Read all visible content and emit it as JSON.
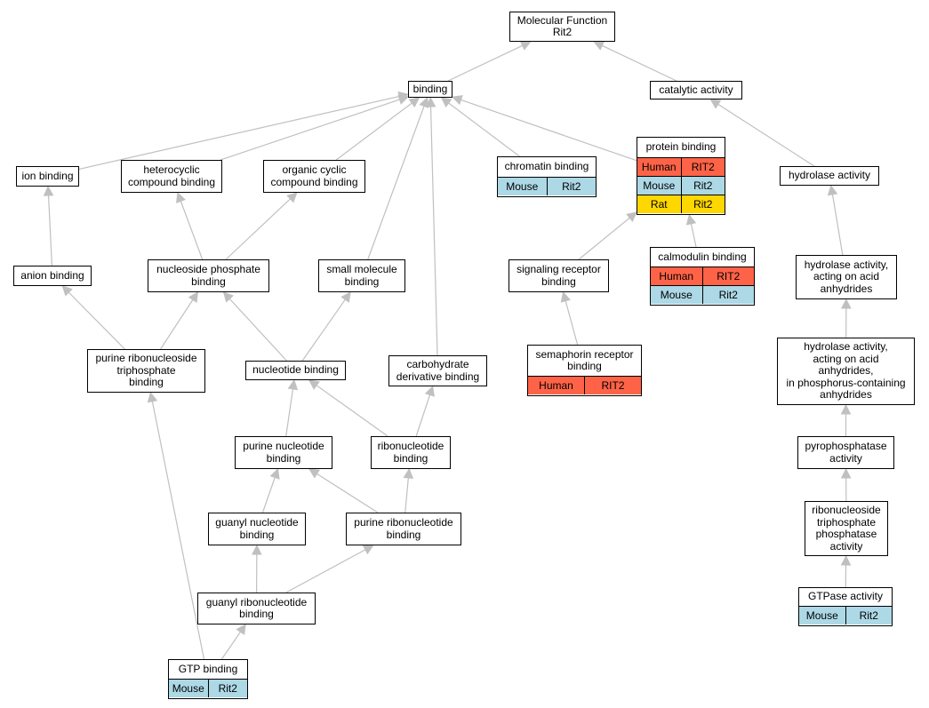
{
  "colors": {
    "edge": "#c0c0c0",
    "Human": "#ff6347",
    "Mouse": "#add8e6",
    "Rat": "#ffd700"
  },
  "nodes": {
    "mf_root": {
      "label": "Molecular Function\nRit2"
    },
    "binding": {
      "label": "binding"
    },
    "catalytic": {
      "label": "catalytic activity"
    },
    "ion_binding": {
      "label": "ion binding"
    },
    "heterocyclic": {
      "label": "heterocyclic\ncompound binding"
    },
    "organic_cyclic": {
      "label": "organic cyclic\ncompound binding"
    },
    "chromatin": {
      "label": "chromatin binding",
      "rows": [
        [
          "Mouse",
          "Rit2"
        ]
      ]
    },
    "protein_binding": {
      "label": "protein binding",
      "rows": [
        [
          "Human",
          "RIT2"
        ],
        [
          "Mouse",
          "Rit2"
        ],
        [
          "Rat",
          "Rit2"
        ]
      ]
    },
    "hydrolase": {
      "label": "hydrolase activity"
    },
    "anion": {
      "label": "anion binding"
    },
    "nucleoside_phosphate": {
      "label": "nucleoside phosphate\nbinding"
    },
    "small_molecule": {
      "label": "small molecule\nbinding"
    },
    "signaling_receptor": {
      "label": "signaling receptor\nbinding"
    },
    "calmodulin": {
      "label": "calmodulin binding",
      "rows": [
        [
          "Human",
          "RIT2"
        ],
        [
          "Mouse",
          "Rit2"
        ]
      ]
    },
    "hydrolase_acid": {
      "label": "hydrolase activity,\nacting on acid\nanhydrides"
    },
    "purine_rntp": {
      "label": "purine ribonucleoside\ntriphosphate\nbinding"
    },
    "nucleotide": {
      "label": "nucleotide binding"
    },
    "carbohydrate": {
      "label": "carbohydrate\nderivative binding"
    },
    "semaphorin": {
      "label": "semaphorin receptor\nbinding",
      "rows": [
        [
          "Human",
          "RIT2"
        ]
      ]
    },
    "hydrolase_phos": {
      "label": "hydrolase activity,\nacting on acid\nanhydrides,\nin phosphorus-containing\nanhydrides"
    },
    "purine_nucleotide": {
      "label": "purine nucleotide\nbinding"
    },
    "ribonucleotide": {
      "label": "ribonucleotide\nbinding"
    },
    "pyrophosphatase": {
      "label": "pyrophosphatase\nactivity"
    },
    "guanyl_nucleotide": {
      "label": "guanyl nucleotide\nbinding"
    },
    "purine_ribonucleotide": {
      "label": "purine ribonucleotide\nbinding"
    },
    "rntp_phosphatase": {
      "label": "ribonucleoside\ntriphosphate\nphosphatase\nactivity"
    },
    "guanyl_ribonucleotide": {
      "label": "guanyl ribonucleotide\nbinding"
    },
    "gtpase": {
      "label": "GTPase activity",
      "rows": [
        [
          "Mouse",
          "Rit2"
        ]
      ]
    },
    "gtp_binding": {
      "label": "GTP binding",
      "rows": [
        [
          "Mouse",
          "Rit2"
        ]
      ]
    }
  },
  "edges": [
    [
      "binding",
      "mf_root"
    ],
    [
      "catalytic",
      "mf_root"
    ],
    [
      "ion_binding",
      "binding"
    ],
    [
      "heterocyclic",
      "binding"
    ],
    [
      "organic_cyclic",
      "binding"
    ],
    [
      "small_molecule",
      "binding"
    ],
    [
      "carbohydrate",
      "binding"
    ],
    [
      "chromatin",
      "binding"
    ],
    [
      "protein_binding",
      "binding"
    ],
    [
      "hydrolase",
      "catalytic"
    ],
    [
      "anion",
      "ion_binding"
    ],
    [
      "nucleoside_phosphate",
      "heterocyclic"
    ],
    [
      "nucleoside_phosphate",
      "organic_cyclic"
    ],
    [
      "signaling_receptor",
      "protein_binding"
    ],
    [
      "calmodulin",
      "protein_binding"
    ],
    [
      "hydrolase_acid",
      "hydrolase"
    ],
    [
      "purine_rntp",
      "anion"
    ],
    [
      "purine_rntp",
      "nucleoside_phosphate"
    ],
    [
      "nucleotide",
      "nucleoside_phosphate"
    ],
    [
      "nucleotide",
      "small_molecule"
    ],
    [
      "semaphorin",
      "signaling_receptor"
    ],
    [
      "hydrolase_phos",
      "hydrolase_acid"
    ],
    [
      "purine_nucleotide",
      "nucleotide"
    ],
    [
      "ribonucleotide",
      "nucleotide"
    ],
    [
      "ribonucleotide",
      "carbohydrate"
    ],
    [
      "pyrophosphatase",
      "hydrolase_phos"
    ],
    [
      "guanyl_nucleotide",
      "purine_nucleotide"
    ],
    [
      "purine_ribonucleotide",
      "purine_nucleotide"
    ],
    [
      "purine_ribonucleotide",
      "ribonucleotide"
    ],
    [
      "rntp_phosphatase",
      "pyrophosphatase"
    ],
    [
      "guanyl_ribonucleotide",
      "guanyl_nucleotide"
    ],
    [
      "guanyl_ribonucleotide",
      "purine_ribonucleotide"
    ],
    [
      "gtpase",
      "rntp_phosphatase"
    ],
    [
      "gtp_binding",
      "guanyl_ribonucleotide"
    ],
    [
      "gtp_binding",
      "purine_rntp"
    ]
  ]
}
